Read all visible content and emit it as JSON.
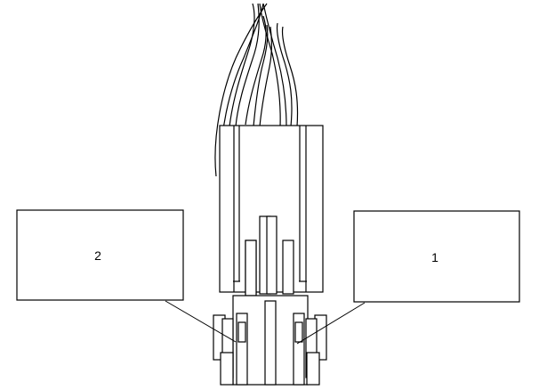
{
  "callouts": [
    {
      "id": "callout-2",
      "label": "2"
    },
    {
      "id": "callout-1",
      "label": "1"
    }
  ],
  "colors": {
    "stroke": "#000000",
    "fill": "#ffffff"
  }
}
